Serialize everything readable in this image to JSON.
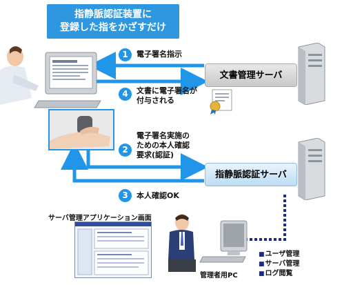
{
  "headline": {
    "line1": "指静脈認証装置に",
    "line2": "登録した指をかざすだけ"
  },
  "steps": [
    {
      "num": "1",
      "lines": [
        "電子署名指示"
      ]
    },
    {
      "num": "4",
      "lines": [
        "文書に電子署名が",
        "付与される"
      ]
    },
    {
      "num": "2",
      "lines": [
        "電子署名実施の",
        "ための本人確認",
        "要求(認証)"
      ]
    },
    {
      "num": "3",
      "lines": [
        "本人確認OK"
      ]
    }
  ],
  "servers": {
    "document": "文書管理サーバ",
    "auth": "指静脈認証サーバ"
  },
  "app_screen_label": "サーバ管理アプリケーション画面",
  "admin_pc_label": "管理者用PC",
  "management_items": [
    "ユーザ管理",
    "サーバ管理",
    "ログ閲覧"
  ],
  "colors": {
    "accent_blue": "#2196e8",
    "headline_bg": "#2f97e0",
    "dotted_link": "#1c2a8c"
  }
}
